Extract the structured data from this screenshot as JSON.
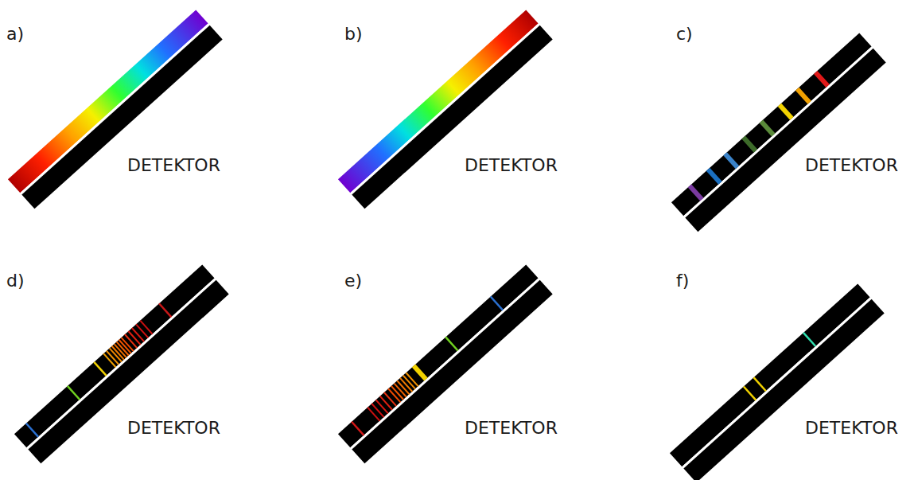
{
  "diagram": {
    "labels": [
      "a)",
      "DETEKTOR",
      "b)",
      "DETEKTOR",
      "c)",
      "DETEKTOR",
      "d)",
      "DETEKTOR",
      "e)",
      "DETEKTOR",
      "f)",
      "DETEKTOR"
    ]
  }
}
